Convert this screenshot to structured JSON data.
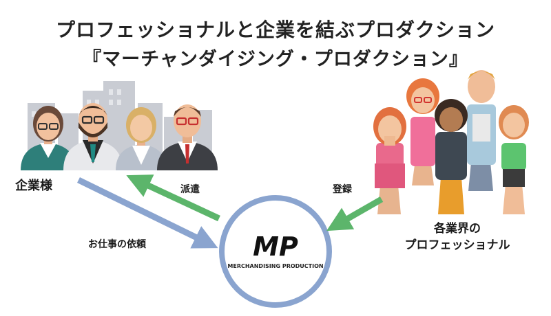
{
  "title": {
    "line1": "プロフェッショナルと企業を結ぶプロダクション",
    "line2": "『マーチャンダイジング・プロダクション』"
  },
  "nodes": {
    "company": "企業様",
    "professionals_line1": "各業界の",
    "professionals_line2": "プロフェッショナル"
  },
  "edges": {
    "dispatch": "派遣",
    "register": "登録",
    "request": "お仕事の依頼"
  },
  "logo": {
    "mark": "MP",
    "caption": "MERCHANDISING PRODUCTION"
  },
  "colors": {
    "green_arrow": "#5cb56b",
    "blue_arrow": "#8aa4cf",
    "circle": "#8aa4cf",
    "buildings": "#c9ccd3"
  },
  "icons": [
    "business-people-illustration",
    "professionals-illustration",
    "mp-logo"
  ]
}
